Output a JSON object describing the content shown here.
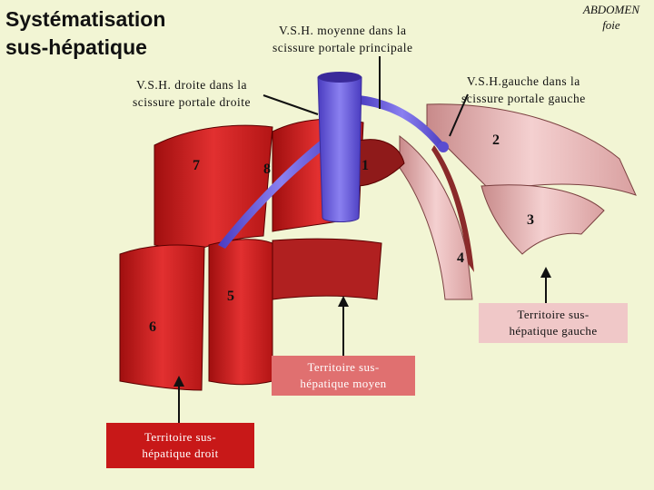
{
  "title_lines": [
    "Systématisation",
    "sus-hépatique"
  ],
  "corner": {
    "line1": "ABDOMEN",
    "line2": "foie"
  },
  "labels": {
    "vsh_moyenne": [
      "V.S.H. moyenne dans la",
      "scissure portale principale"
    ],
    "vsh_droite": [
      "V.S.H. droite dans la",
      "scissure portale droite"
    ],
    "vsh_gauche": [
      "V.S.H.gauche dans la",
      "scissure portale gauche"
    ]
  },
  "segments": [
    "1",
    "2",
    "3",
    "4",
    "5",
    "6",
    "7",
    "8"
  ],
  "territories": {
    "gauche": [
      "Territoire sus-",
      "hépatique gauche"
    ],
    "moyen": [
      "Territoire sus-",
      "hépatique moyen"
    ],
    "droit": [
      "Territoire sus-",
      "hépatique droit"
    ]
  },
  "colors": {
    "background": "#f2f5d4",
    "right_liver": "#d42a2a",
    "left_liver": "#efbaba",
    "vein": "#6a5ce0",
    "box_gauche": "#f0c8c8",
    "box_moyen": "#e07070",
    "box_droit": "#c81818"
  }
}
